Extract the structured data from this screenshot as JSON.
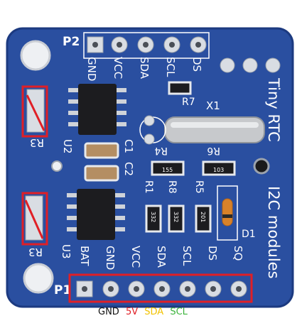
{
  "colors": {
    "pcb": "#2a4fa0",
    "pcb_edge": "#1c3a80",
    "highlight": "#e01f26",
    "chip": "#1c1c1f",
    "pad": "#d9dde3",
    "battery_crystal": "#c7c9cc",
    "gnd": "#111111",
    "v5": "#e01f26",
    "sda": "#f2c200",
    "scl": "#3bb33b"
  },
  "silkscreen": {
    "header_top_id": "P2",
    "header_bottom_id": "P1",
    "top_pins": [
      "GND",
      "VCC",
      "SDA",
      "SCL",
      "DS"
    ],
    "bottom_pins": [
      "BAT",
      "GND",
      "VCC",
      "SDA",
      "SCL",
      "DS",
      "SQ"
    ],
    "title": "Tiny RTC",
    "subtitle": "I2C modules",
    "crystal": "X1",
    "resistors": {
      "r7": "R7",
      "r6": "R6",
      "r4": "R4",
      "r1": "R1",
      "r8": "R8",
      "r5": "R5",
      "r3a": "R3",
      "r3b": "R3"
    },
    "capacitors": {
      "c1": "C1",
      "c2": "C2"
    },
    "chips": {
      "u2": "U2",
      "u3": "U3"
    },
    "diode": "D1",
    "smd_codes": {
      "a": "155",
      "b": "103",
      "c": "332",
      "d": "332",
      "e": "201"
    }
  },
  "bottom_labels": {
    "gnd": "GND",
    "v5": "5V",
    "sda": "SDA",
    "scl": "SCL"
  }
}
